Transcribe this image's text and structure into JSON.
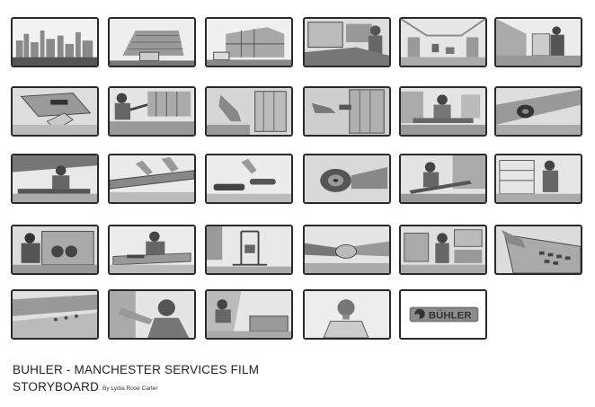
{
  "title": {
    "line1": "BUHLER - MANCHESTER SERVICES FILM",
    "line2": "STORYBOARD",
    "author": "By Lydia Rose Carter"
  },
  "logo": {
    "text": "BÜHLER"
  },
  "frames": [
    {
      "icon": "city-skyline-sketch"
    },
    {
      "icon": "building-with-van-sketch"
    },
    {
      "icon": "office-building-sketch"
    },
    {
      "icon": "van-driver-sketch"
    },
    {
      "icon": "warehouse-interior-sketch"
    },
    {
      "icon": "worker-in-corridor-sketch"
    },
    {
      "icon": "hand-on-machine-sketch"
    },
    {
      "icon": "worker-inspecting-sketch"
    },
    {
      "icon": "hand-on-panel-sketch"
    },
    {
      "icon": "cabinet-detail-sketch"
    },
    {
      "icon": "technician-at-bench-sketch"
    },
    {
      "icon": "roller-part-sketch"
    },
    {
      "icon": "worker-at-table-sketch"
    },
    {
      "icon": "hands-measuring-sketch"
    },
    {
      "icon": "hands-with-rollers-sketch"
    },
    {
      "icon": "roller-closeup-sketch"
    },
    {
      "icon": "worker-carrying-part-sketch"
    },
    {
      "icon": "worker-with-shelves-sketch"
    },
    {
      "icon": "worker-at-machine-sketch"
    },
    {
      "icon": "worker-at-desk-sketch"
    },
    {
      "icon": "lifting-frame-sketch"
    },
    {
      "icon": "handshake-sketch"
    },
    {
      "icon": "control-room-sketch"
    },
    {
      "icon": "control-panel-hand-sketch"
    },
    {
      "icon": "production-line-sketch"
    },
    {
      "icon": "worker-closeup-sketch"
    },
    {
      "icon": "seated-person-sketch"
    },
    {
      "icon": "smiling-man-portrait-sketch"
    },
    {
      "icon": "buhler-logo-frame"
    }
  ]
}
